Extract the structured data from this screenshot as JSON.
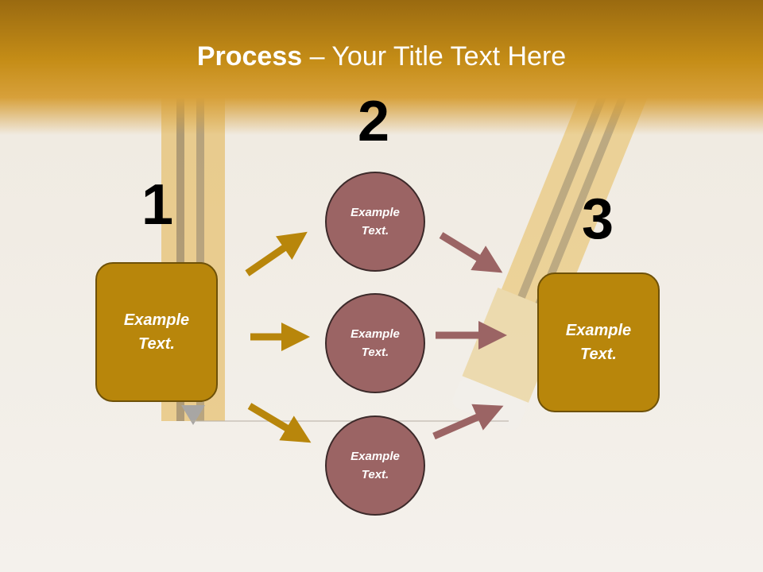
{
  "title": {
    "bold": "Process",
    "rest": " – Your Title Text Here"
  },
  "numbers": {
    "one": "1",
    "two": "2",
    "three": "3"
  },
  "left_box": {
    "text": "Example\nText."
  },
  "right_box": {
    "text": "Example\nText."
  },
  "circles": [
    {
      "text": "Example\nText."
    },
    {
      "text": "Example\nText."
    },
    {
      "text": "Example\nText."
    }
  ],
  "colors": {
    "gold": "#b8860b",
    "mauve": "#9b6464",
    "header": "#c58d17"
  }
}
